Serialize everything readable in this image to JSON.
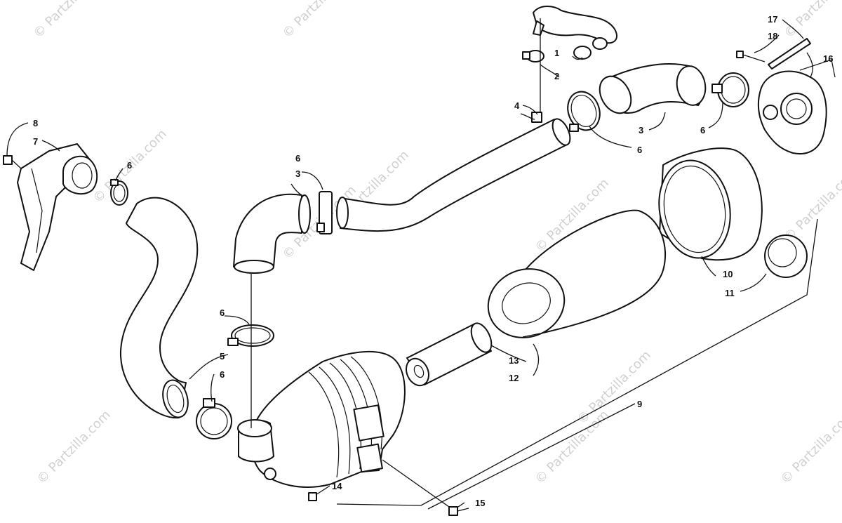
{
  "watermark": "© Partzilla.com",
  "callouts": {
    "c1": "1",
    "c2": "2",
    "c3a": "3",
    "c3b": "3",
    "c4": "4",
    "c5": "5",
    "c6a": "6",
    "c6b": "6",
    "c6c": "6",
    "c6d": "6",
    "c6e": "6",
    "c6f": "6",
    "c7": "7",
    "c8": "8",
    "c9": "9",
    "c10": "10",
    "c11": "11",
    "c12": "12",
    "c13": "13",
    "c14": "14",
    "c15": "15",
    "c16": "16",
    "c17": "17",
    "c18": "18"
  }
}
